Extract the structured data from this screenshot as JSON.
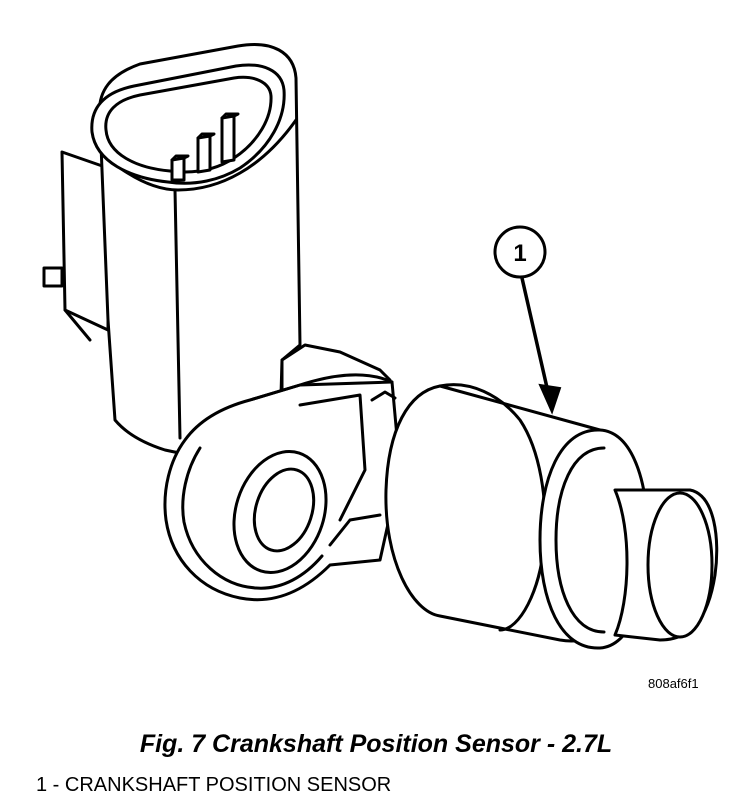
{
  "figure": {
    "reference_code": "808af6f1",
    "caption": "Fig. 7 Crankshaft Position Sensor - 2.7L",
    "callouts": [
      {
        "number": "1"
      }
    ],
    "legend": [
      {
        "text": "1 - CRANKSHAFT POSITION SENSOR"
      }
    ]
  }
}
